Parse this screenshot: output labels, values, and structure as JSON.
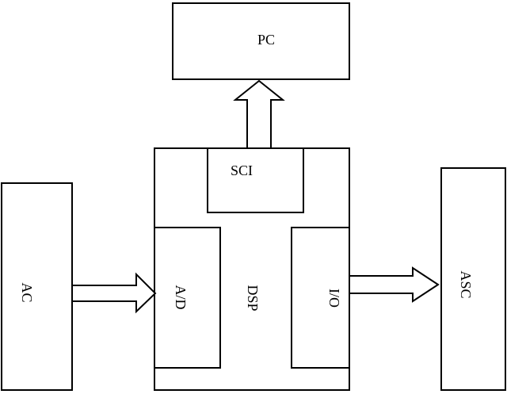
{
  "nodes": {
    "pc": "PC",
    "sci": "SCI",
    "ac": "AC",
    "ad": "A/D",
    "dsp": "DSP",
    "io": "I/O",
    "asc": "ASC"
  }
}
